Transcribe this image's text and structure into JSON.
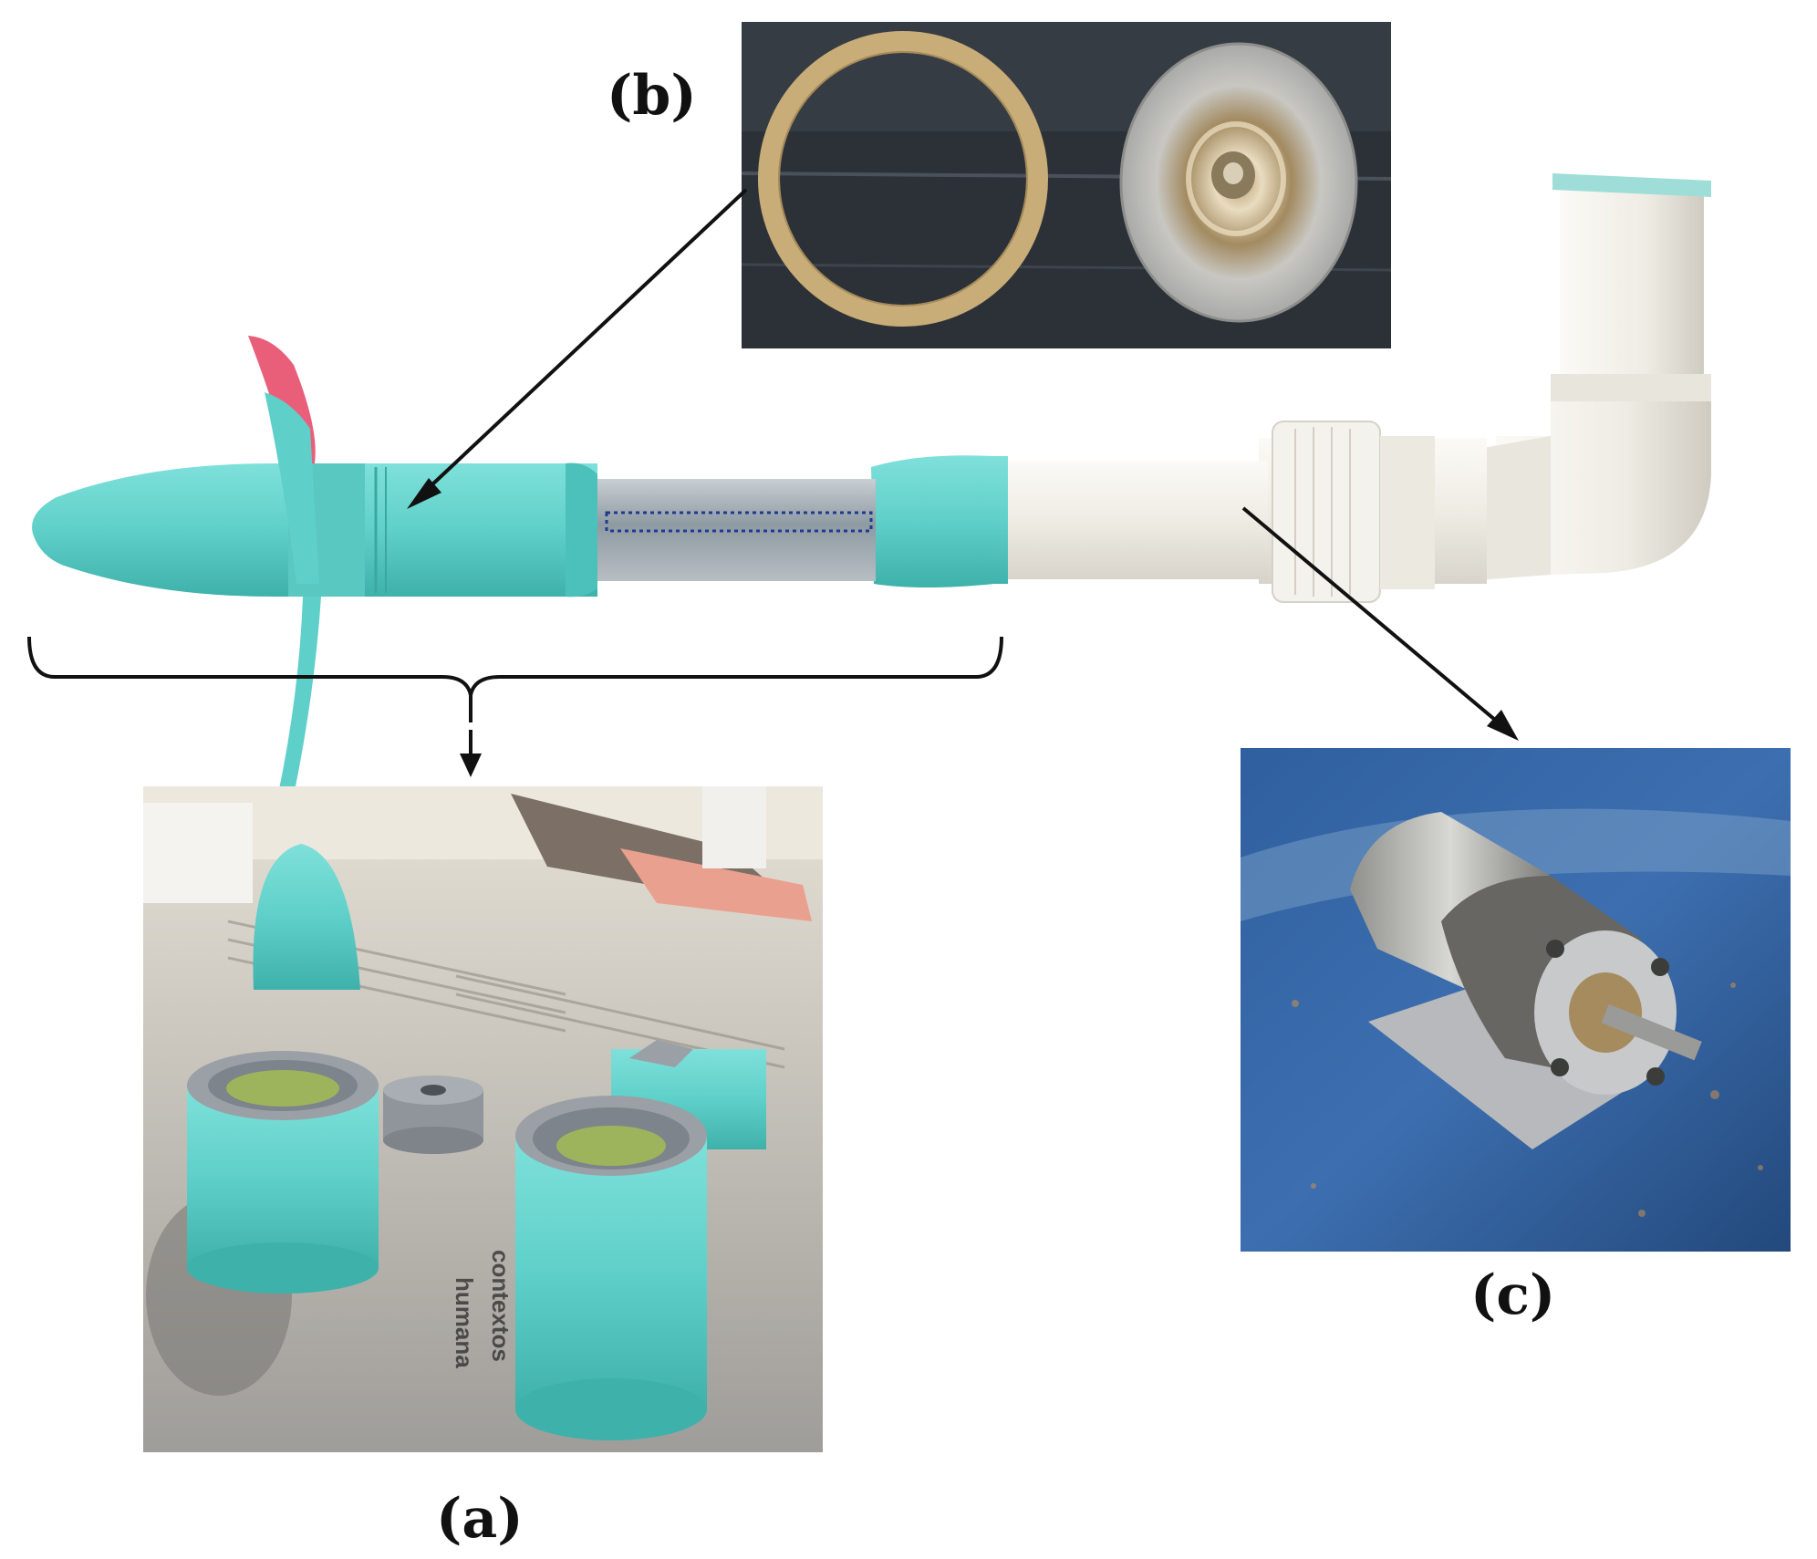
{
  "figure": {
    "panels": [
      {
        "id": "a",
        "label": "(a)",
        "content": "3D-printed turbine housing parts on newspaper"
      },
      {
        "id": "b",
        "label": "(b)",
        "content": "piezoelectric disc and ring"
      },
      {
        "id": "c",
        "label": "(c)",
        "content": "DC gear motor"
      }
    ]
  },
  "colors": {
    "turquoise": "#5fd0c9",
    "pvc_white": "#f1efe8",
    "arrow": "#111111",
    "background": "#ffffff"
  },
  "newspaper_text": {
    "word1": "contextos",
    "word2": "humana"
  }
}
